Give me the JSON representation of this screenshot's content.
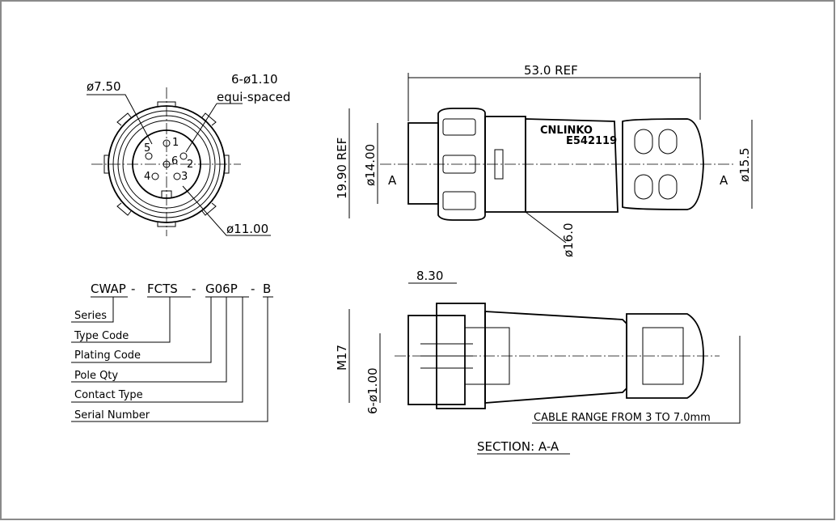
{
  "front_view": {
    "d_inner": "ø7.50",
    "holes_line1": "6-ø1.10",
    "holes_line2": "equi-spaced",
    "d_outer": "ø11.00",
    "pins": [
      "1",
      "2",
      "3",
      "4",
      "5",
      "6"
    ]
  },
  "side_view": {
    "length": "53.0 REF",
    "height": "19.90 REF",
    "d_left": "ø14.00",
    "d_right": "ø15.5",
    "d_mid": "ø16.0",
    "section_mark": "A",
    "brand": "CNLINKO",
    "cert": "E542119"
  },
  "section_view": {
    "depth": "8.30",
    "thread": "M17",
    "pin_dia": "6-ø1.00",
    "cable_range": "CABLE RANGE FROM 3 TO 7.0mm",
    "title": "SECTION: A-A"
  },
  "part_code": {
    "segments": [
      "CWAP",
      "-",
      "FCTS",
      "-",
      "G06P",
      "-",
      "B"
    ],
    "labels": [
      "Series",
      "Type Code",
      "Plating Code",
      "Pole Qty",
      "Contact Type",
      "Serial Number"
    ]
  }
}
